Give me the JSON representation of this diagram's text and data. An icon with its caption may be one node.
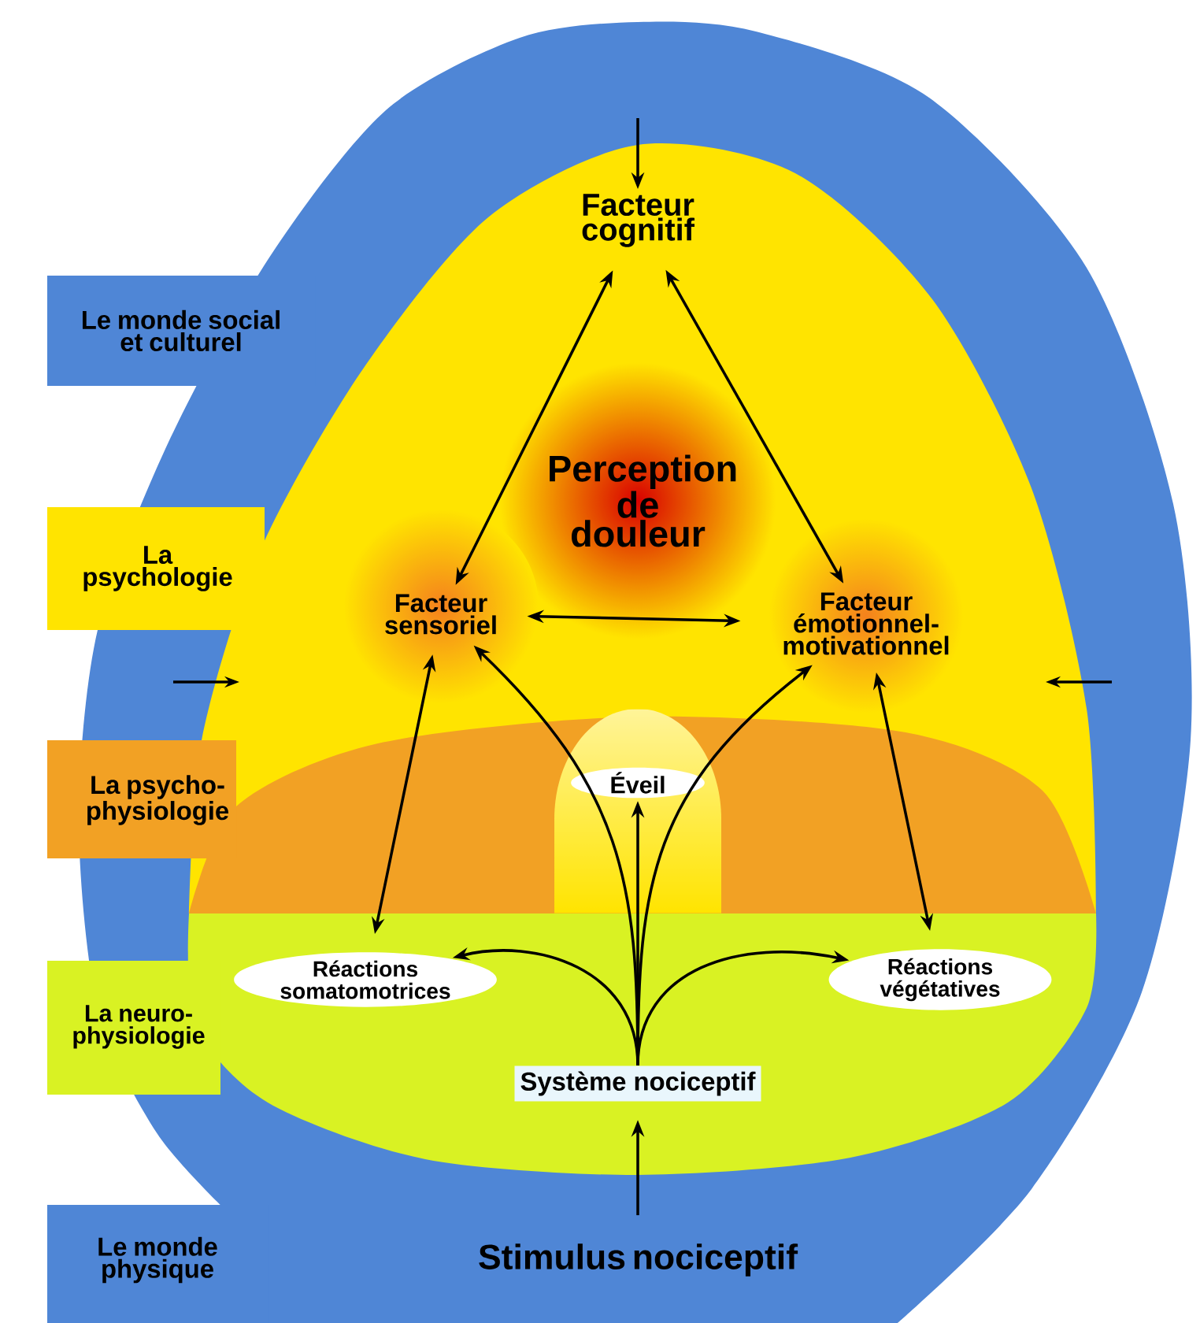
{
  "diagram": {
    "nodes": [
      {
        "text": [
          "Facteur cognitif"
        ]
      },
      {
        "text": [
          "Perception de douleur"
        ]
      },
      {
        "text": [
          "Facteur sensoriel"
        ]
      },
      {
        "text": [
          "Facteur émotionnel-motivationnel"
        ]
      },
      {
        "text": [
          "Éveil"
        ]
      },
      {
        "text": [
          "Réactions somatomotrices"
        ]
      },
      {
        "text": [
          "Réactions végétatives"
        ]
      },
      {
        "text": [
          "Système nociceptif"
        ]
      },
      {
        "text": [
          "Stimulus nociceptif"
        ]
      },
      {
        "text": [
          "Le monde social et culturel"
        ]
      },
      {
        "text": [
          "La psychologie"
        ]
      },
      {
        "text": [
          "La psycho-physiologie"
        ]
      },
      {
        "text": [
          "La neuro-physiologie"
        ]
      },
      {
        "text": [
          "Le monde physique"
        ]
      }
    ],
    "edges": [
      {
        "from": null,
        "to": 0,
        "arrow": "to"
      },
      {
        "from": 0,
        "to": 2,
        "arrow": "both"
      },
      {
        "from": 0,
        "to": 3,
        "arrow": "both"
      },
      {
        "from": 2,
        "to": 3,
        "arrow": "both"
      },
      {
        "from": 2,
        "to": 5,
        "arrow": "both"
      },
      {
        "from": 3,
        "to": 6,
        "arrow": "both"
      },
      {
        "from": 7,
        "to": 2,
        "arrow": "to"
      },
      {
        "from": 7,
        "to": 4,
        "arrow": "to"
      },
      {
        "from": 7,
        "to": 3,
        "arrow": "to"
      },
      {
        "from": 7,
        "to": 5,
        "arrow": "to"
      },
      {
        "from": 7,
        "to": 6,
        "arrow": "to"
      },
      {
        "from": 8,
        "to": 7,
        "arrow": "to"
      }
    ]
  }
}
